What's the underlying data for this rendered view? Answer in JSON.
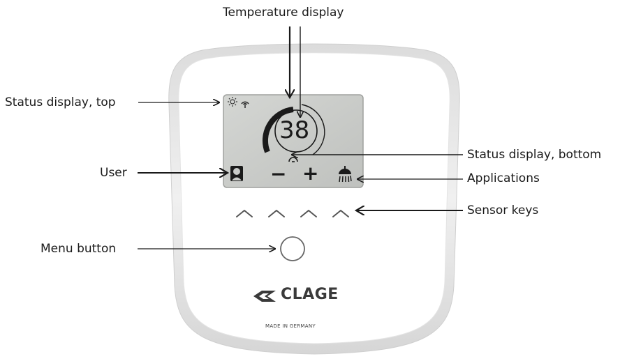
{
  "device": {
    "brand": "CLAGE",
    "made_in": "MADE IN GERMANY",
    "temperature": "38",
    "minus_symbol": "−",
    "plus_symbol": "+"
  },
  "labels": {
    "temperature_display": "Temperature display",
    "status_display_top": "Status display, top",
    "user": "User",
    "menu_button": "Menu button",
    "status_display_bottom": "Status display, bottom",
    "applications": "Applications",
    "sensor_keys": "Sensor keys"
  },
  "colors": {
    "screen_bg": "#c9cbc8",
    "housing": "#ffffff",
    "rim": "#e6e6e6",
    "ink": "#1a1a1a"
  },
  "icons": [
    "sun-icon",
    "wifi-icon",
    "user-icon",
    "shower-icon",
    "arrow-icon",
    "caret-up-icon",
    "clage-logo-icon"
  ]
}
